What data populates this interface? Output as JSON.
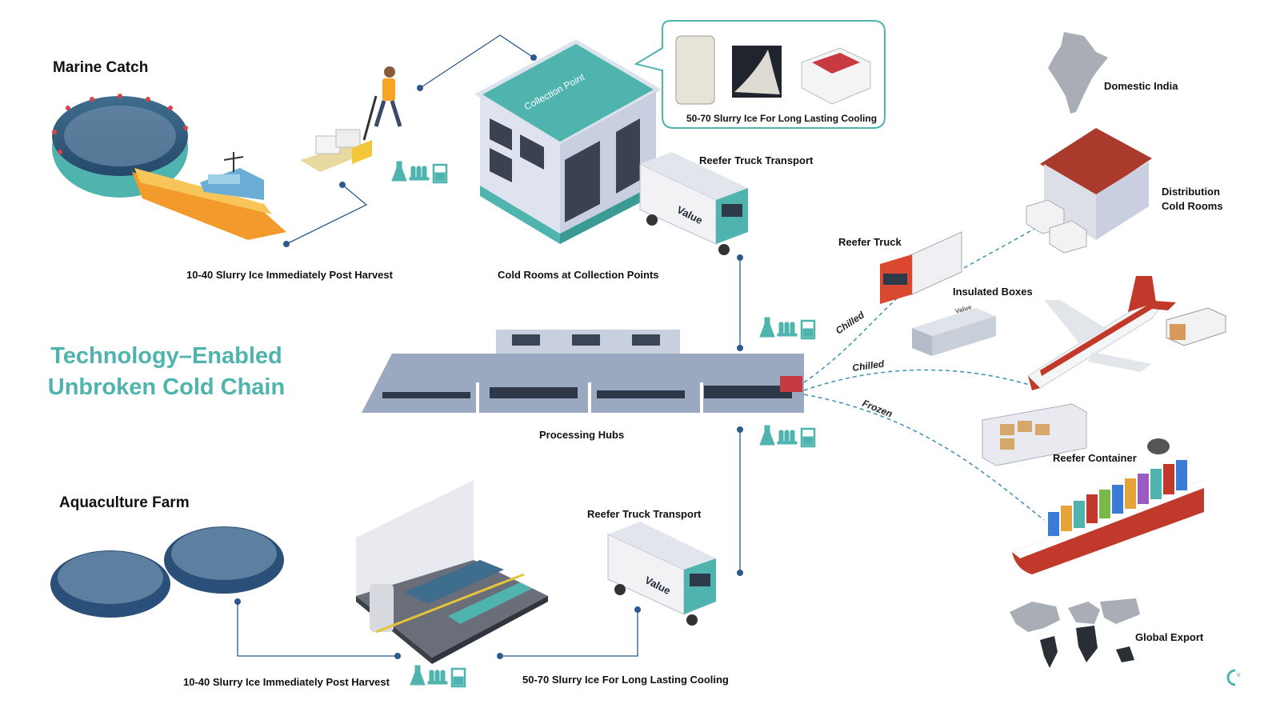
{
  "title": {
    "line1": "Technology–Enabled",
    "line2": "Unbroken Cold Chain"
  },
  "sections": {
    "marine": "Marine Catch",
    "aquaculture": "Aquaculture Farm"
  },
  "captions": {
    "marine_slurry": "10-40 Slurry Ice Immediately Post Harvest",
    "cold_rooms": "Cold Rooms at Collection Points",
    "collection_inset": "50-70 Slurry Ice  For Long Lasting Cooling",
    "reefer_top": "Reefer Truck Transport",
    "processing": "Processing Hubs",
    "reefer_bottom": "Reefer Truck Transport",
    "aqua_slurry": "10-40 Slurry Ice Immediately Post Harvest",
    "aqua_cooling": "50-70 Slurry Ice  For Long Lasting Cooling"
  },
  "building_sign": "Collection Point",
  "truck_brand": "Value",
  "box_brand": "Value",
  "destinations": {
    "domestic": "Domestic India",
    "distribution": [
      "Distribution",
      "Cold Rooms"
    ],
    "reefer_truck": "Reefer Truck",
    "insulated": "Insulated Boxes",
    "container": "Reefer Container",
    "global": "Global Export"
  },
  "routes": {
    "truck": "Chilled",
    "air": "Chilled",
    "sea": "Frozen"
  },
  "colors": {
    "teal": "#4fb3ae",
    "connector": "#2c5a8f",
    "route": "#3e8fb0"
  },
  "icons": [
    "lab-flask-icon",
    "test-tubes-icon",
    "beaker-icon"
  ]
}
